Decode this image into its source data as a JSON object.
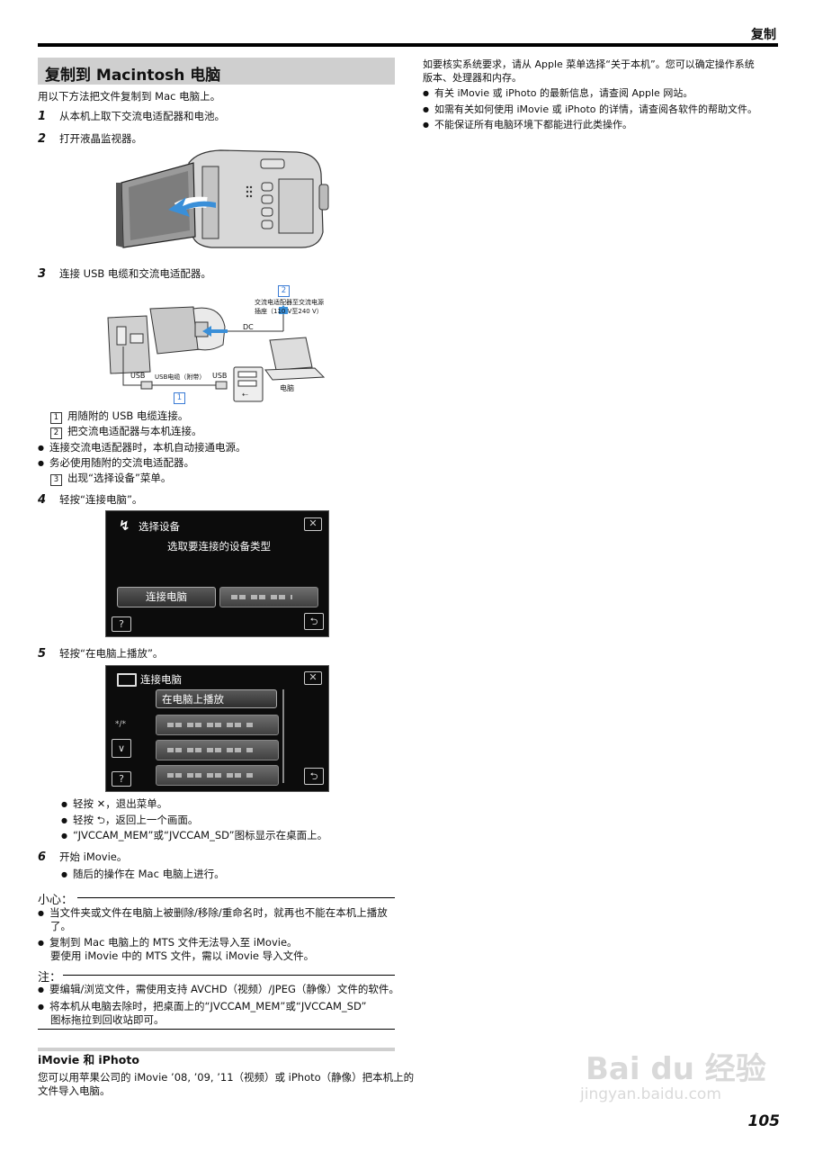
{
  "header": {
    "title": "复制"
  },
  "section": {
    "title": "复制到 Macintosh 电脑"
  },
  "intro": "用以下方法把文件复制到 Mac 电脑上。",
  "steps": {
    "s1": {
      "num": "1",
      "text": "从本机上取下交流电适配器和电池。"
    },
    "s2": {
      "num": "2",
      "text": "打开液晶监视器。"
    },
    "s3": {
      "num": "3",
      "text": "连接 USB 电缆和交流电适配器。"
    },
    "s4": {
      "num": "4",
      "text": "轻按“连接电脑”。"
    },
    "s5": {
      "num": "5",
      "text": "轻按“在电脑上播放”。"
    },
    "s6": {
      "num": "6",
      "text": "开始 iMovie。"
    }
  },
  "diagram3": {
    "label_2": "2",
    "ac_text1": "交流电适配器至交流电源",
    "ac_text2": "插座（110 V至240 V）",
    "dc": "DC",
    "usb_left": "USB",
    "usb_cable": "USB电缆（附带）",
    "usb_right": "USB",
    "label_1": "1",
    "computer": "电脑"
  },
  "step3_notes": {
    "n1": {
      "num": "1",
      "text": "用随附的 USB 电缆连接。"
    },
    "n2": {
      "num": "2",
      "text": "把交流电适配器与本机连接。"
    },
    "b1": "连接交流电适配器时，本机自动接通电源。",
    "b2": "务必使用随附的交流电适配器。",
    "n3": {
      "num": "3",
      "text": "出现“选择设备”菜单。"
    }
  },
  "screen4": {
    "icon": "select-device-icon",
    "title": "选择设备",
    "subtitle": "选取要连接的设备类型",
    "btn_connect": "连接电脑",
    "help": "?",
    "close": "✕",
    "back": "⮌"
  },
  "screen5": {
    "icon": "computer-icon",
    "title": "连接电脑",
    "item1": "在电脑上播放",
    "page_indicator": "*/*",
    "down": "∨",
    "help": "?",
    "close": "✕",
    "back": "⮌"
  },
  "step5_notes": {
    "b1": "轻按 ✕，退出菜单。",
    "b2": "轻按 ⮌，返回上一个画面。",
    "b3": "“JVCCAM_MEM”或“JVCCAM_SD”图标显示在桌面上。"
  },
  "step6_notes": {
    "b1": "随后的操作在 Mac 电脑上进行。"
  },
  "caution": {
    "label": "小心：",
    "b1_l1": "当文件夹或文件在电脑上被删除/移除/重命名时，就再也不能在本机上播放",
    "b1_l2": "了。",
    "b2_l1": "复制到 Mac 电脑上的 MTS 文件无法导入至 iMovie。",
    "b2_l2": "要使用 iMovie 中的 MTS 文件，需以 iMovie 导入文件。"
  },
  "note": {
    "label": "注：",
    "b1": "要编辑/浏览文件，需使用支持 AVCHD（视频）/JPEG（静像）文件的软件。",
    "b2_l1": "将本机从电脑去除时，把桌面上的“JVCCAM_MEM”或“JVCCAM_SD”",
    "b2_l2": "图标拖拉到回收站即可。"
  },
  "imovie": {
    "title": "iMovie 和 iPhoto",
    "l1": "您可以用苹果公司的 iMovie ’08, ’09, ’11（视频）或 iPhoto（静像）把本机上的",
    "l2": "文件导入电脑。"
  },
  "right_col": {
    "p1_l1": "如要核实系统要求，请从 Apple 菜单选择“关于本机”。您可以确定操作系统",
    "p1_l2": "版本、处理器和内存。",
    "b1": "有关 iMovie 或 iPhoto 的最新信息，请查阅 Apple 网站。",
    "b2": "如需有关如何使用 iMovie 或 iPhoto 的详情，请查阅各软件的帮助文件。",
    "b3": "不能保证所有电脑环境下都能进行此类操作。"
  },
  "watermark": {
    "logo": "Bai du 经验",
    "url": "jingyan.baidu.com"
  },
  "page_number": "105"
}
